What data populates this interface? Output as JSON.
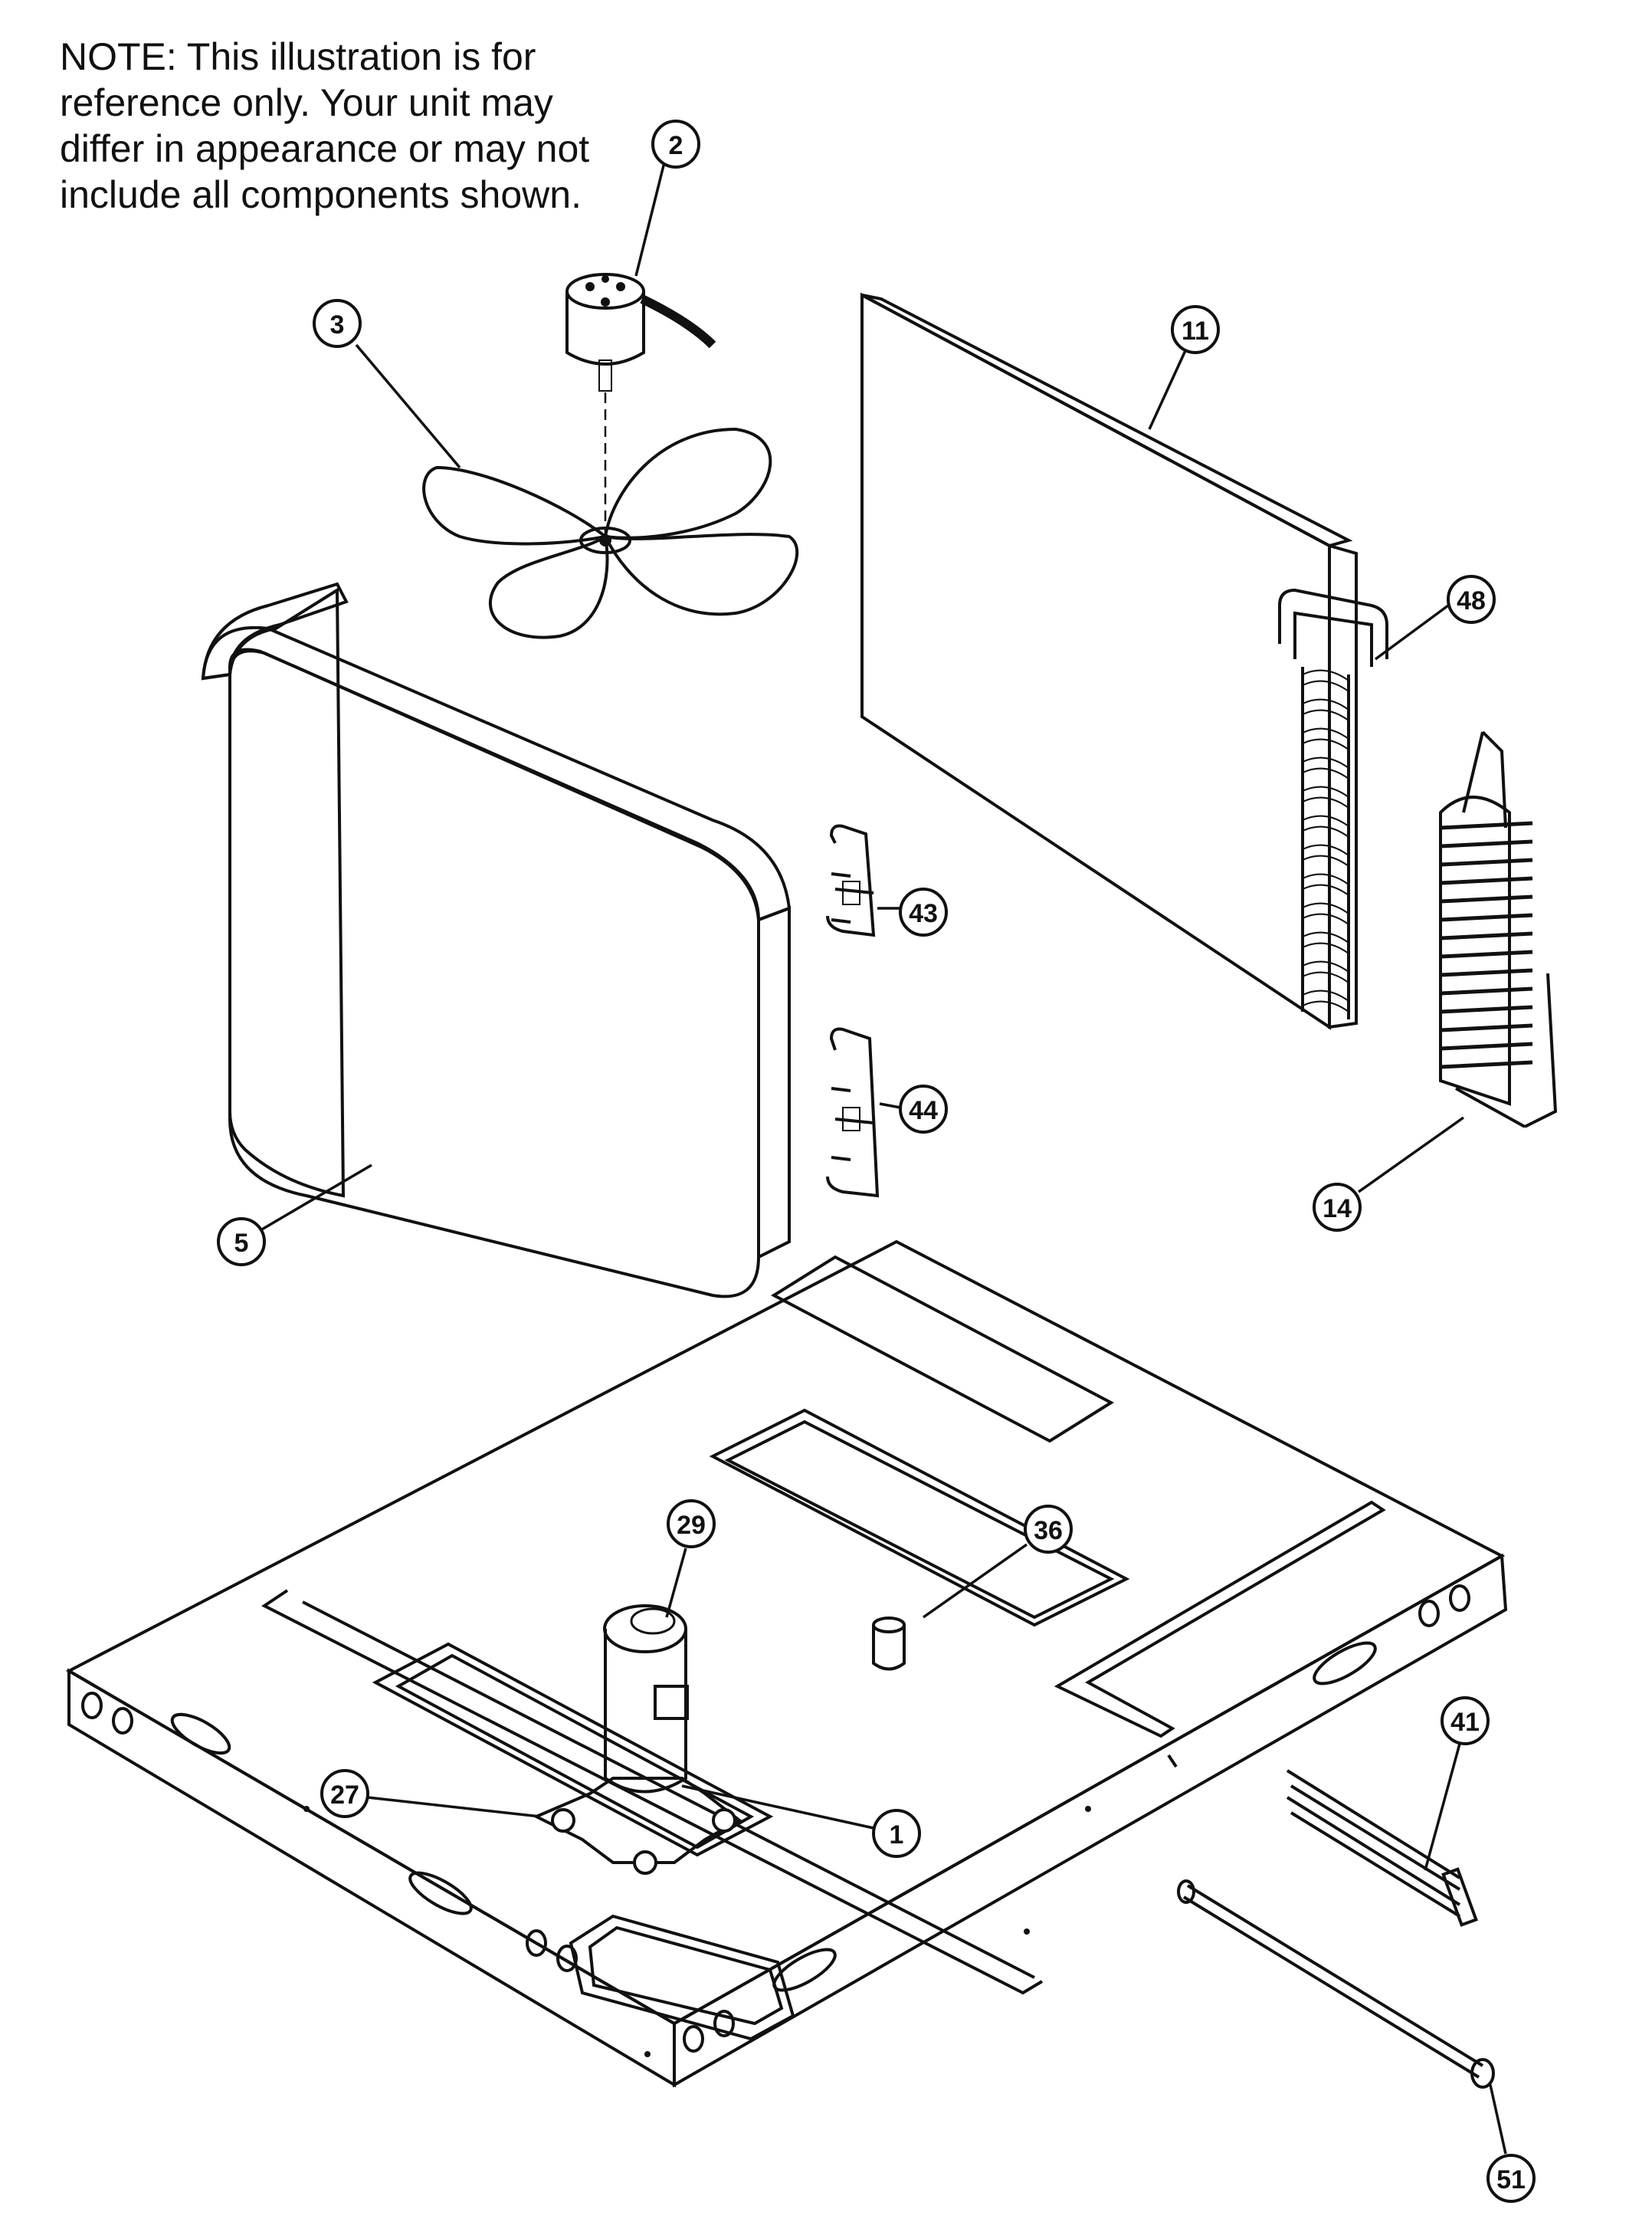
{
  "note": {
    "lines": [
      "NOTE:      This illustration is for",
      "reference only.   Your unit may",
      "differ in appearance or may not",
      "include all components shown."
    ]
  },
  "callouts": [
    {
      "label": "2"
    },
    {
      "label": "3"
    },
    {
      "label": "11"
    },
    {
      "label": "48"
    },
    {
      "label": "43"
    },
    {
      "label": "44"
    },
    {
      "label": "14"
    },
    {
      "label": "5"
    },
    {
      "label": "29"
    },
    {
      "label": "36"
    },
    {
      "label": "27"
    },
    {
      "label": "1"
    },
    {
      "label": "41"
    },
    {
      "label": "51"
    }
  ]
}
